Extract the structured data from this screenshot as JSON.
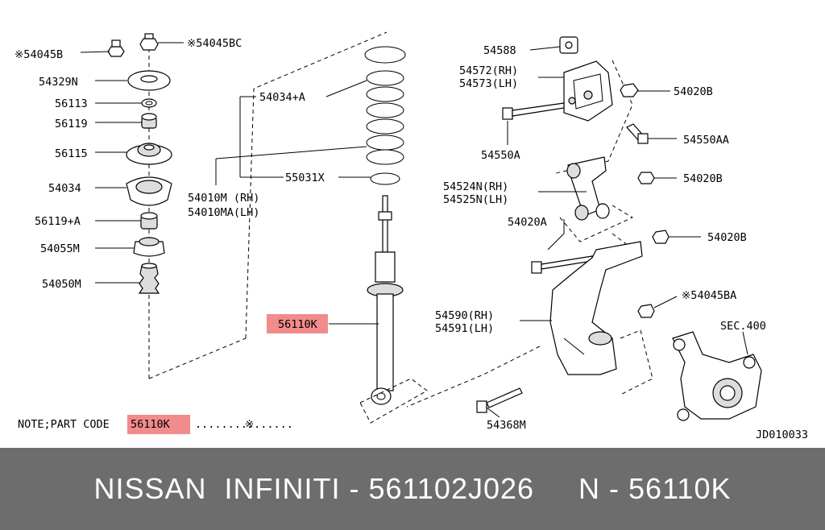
{
  "labels": {
    "p54045B": "※54045B",
    "p54045BC": "※54045BC",
    "p54329N": "54329N",
    "p56113": "56113",
    "p56119": "56119",
    "p56115": "56115",
    "p54034": "54034",
    "p56119A": "56119+A",
    "p54055M": "54055M",
    "p54050M": "54050M",
    "p54034A": "54034+A",
    "p55031X": "55031X",
    "p54010M": "54010M (RH)",
    "p54010MA": "54010MA(LH)",
    "p56110K": "56110K",
    "p54588": "54588",
    "p54572": "54572(RH)",
    "p54573": "54573(LH)",
    "p54020B_1": "54020B",
    "p54550A": "54550A",
    "p54550AA": "54550AA",
    "p54020B_2": "54020B",
    "p54524N": "54524N(RH)",
    "p54525N": "54525N(LH)",
    "p54020A": "54020A",
    "p54020B_3": "54020B",
    "p54045BA": "※54045BA",
    "p54590": "54590(RH)",
    "p54591": "54591(LH)",
    "sec400": "SEC.400",
    "p54368M": "54368M",
    "diagram_code": "JD010033"
  },
  "note": {
    "prefix": "NOTE;PART CODE",
    "code": "56110K",
    "dots": "...............",
    "mark": "※"
  },
  "highlight_color": "#f28b8b",
  "footer": {
    "title": "NISSAN  INFINITI - 561102J026     N - 56110K",
    "background": "#6d6d6d"
  }
}
